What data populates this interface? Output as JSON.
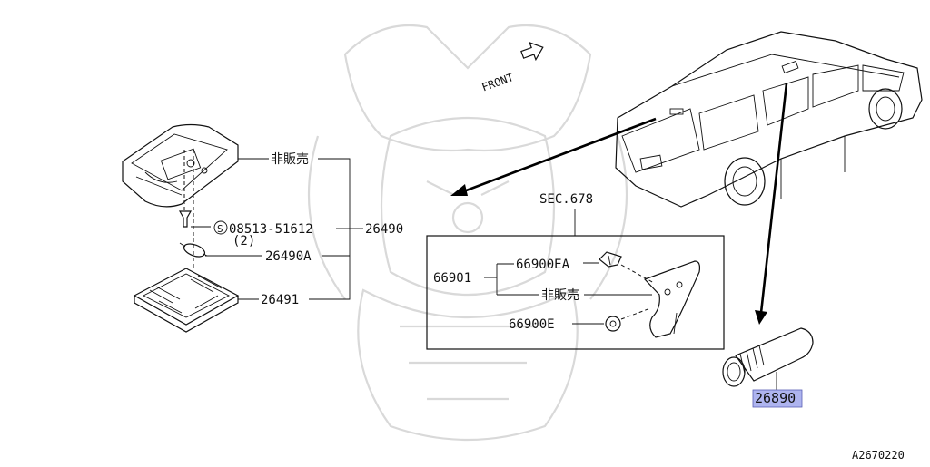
{
  "diagram": {
    "front_label": "FRONT",
    "not_for_sale": "非販売",
    "section_label": "SEC.678",
    "screw_code": "08513-51612",
    "screw_qty": "(2)",
    "screw_symbol": "S",
    "parts": {
      "assembly": "26490",
      "bulb": "26490A",
      "lens": "26491",
      "bracket_group": "66901",
      "clip_ea": "66900EA",
      "clip_e": "66900E",
      "flashlight": "26890"
    },
    "image_code": "A2670220",
    "highlight_color": "#aeb4ef"
  }
}
